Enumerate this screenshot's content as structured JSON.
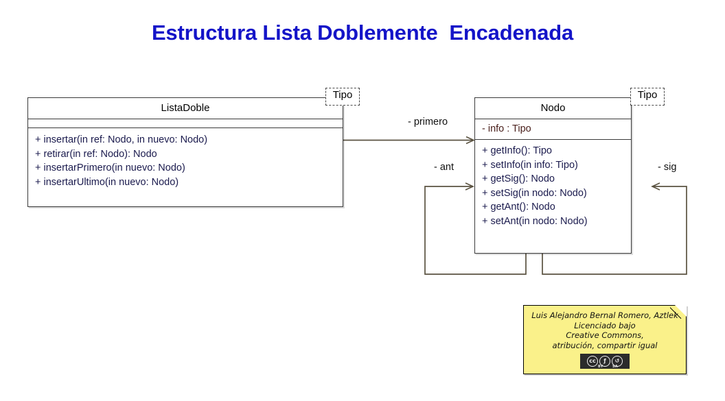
{
  "diagram": {
    "title": "Estructura Lista Doblemente  Encadenada",
    "title_color": "#1414c8",
    "background": "#ffffff",
    "connector_color": "#5a5240",
    "type": "uml-class-diagram"
  },
  "classes": [
    {
      "name": "ListaDoble",
      "template_parameter": "Tipo",
      "attributes": [],
      "operations": [
        "+ insertar(in ref: Nodo, in nuevo: Nodo)",
        "+ retirar(in ref: Nodo): Nodo",
        "+ insertarPrimero(in nuevo: Nodo)",
        "+ insertarUltimo(in nuevo: Nodo)"
      ]
    },
    {
      "name": "Nodo",
      "template_parameter": "Tipo",
      "attributes": [
        "- info : Tipo"
      ],
      "operations": [
        "+ getInfo(): Tipo",
        "+ setInfo(in info: Tipo)",
        "+ getSig(): Nodo",
        "+ setSig(in nodo: Nodo)",
        "+ getAnt(): Nodo",
        "+ setAnt(in nodo: Nodo)"
      ]
    }
  ],
  "associations": [
    {
      "label": "- primero",
      "from": "ListaDoble",
      "to": "Nodo"
    },
    {
      "label": "- ant",
      "from": "Nodo",
      "to": "Nodo"
    },
    {
      "label": "- sig",
      "from": "Nodo",
      "to": "Nodo"
    }
  ],
  "note": {
    "lines": [
      "Luis Alejandro Bernal Romero, Aztlek",
      "Licenciado bajo",
      "Creative Commons,",
      "atribución, compartir igual"
    ],
    "background": "#faf18a",
    "badge": {
      "cc": "cc",
      "by_glyph": "ƒ",
      "sa_glyph": "↺",
      "by_label": "BY",
      "sa_label": "SA"
    }
  }
}
